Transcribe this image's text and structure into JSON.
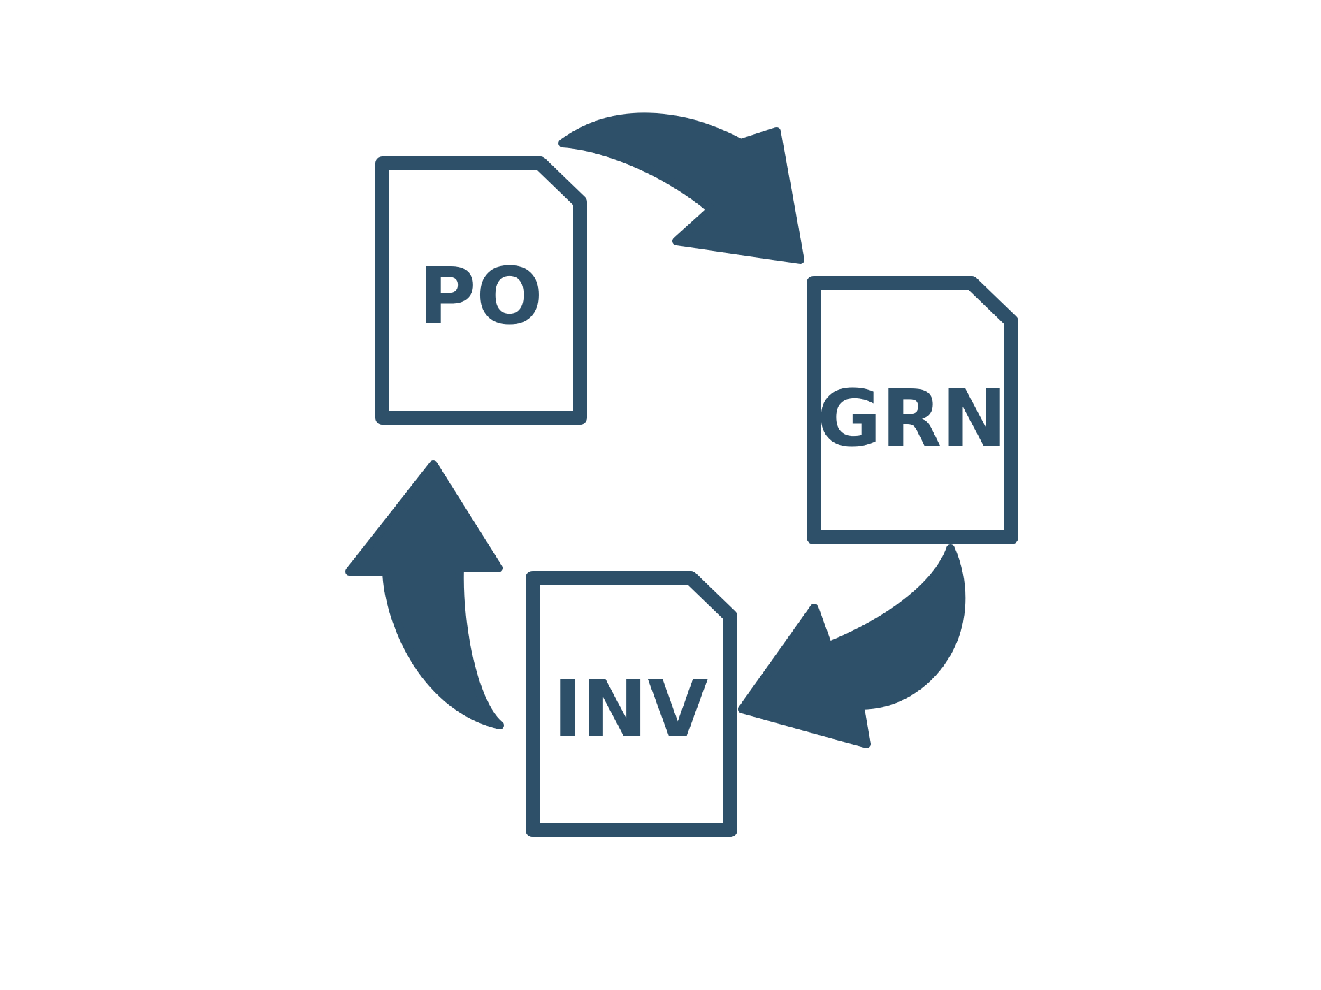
{
  "colors": {
    "primary": "#2e5069",
    "background": "#ffffff"
  },
  "documents": [
    {
      "label": "PO"
    },
    {
      "label": "GRN"
    },
    {
      "label": "INV"
    }
  ],
  "icons": [
    "document-icon",
    "curved-arrow-icon"
  ]
}
